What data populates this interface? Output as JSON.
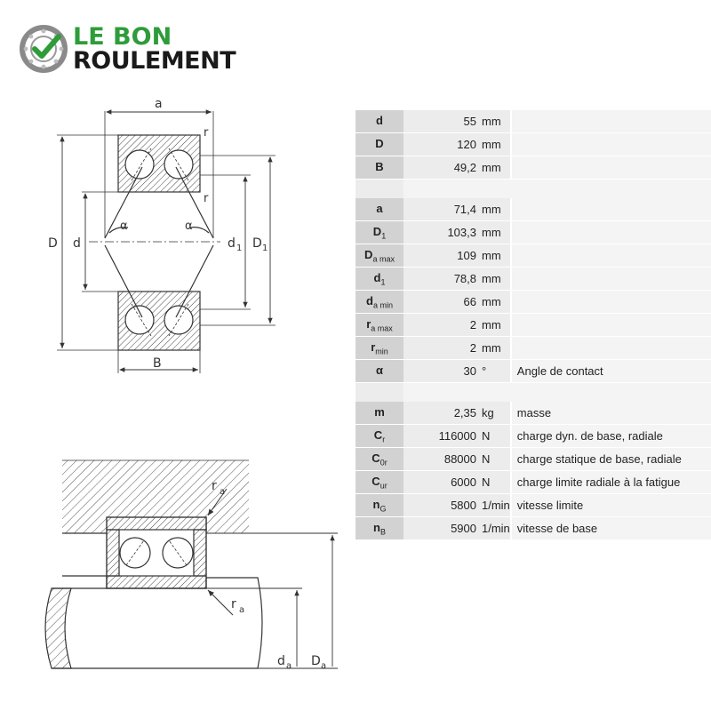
{
  "brand": {
    "line1": "LE BON",
    "line2": "ROULEMENT",
    "green": "#2e9c3a",
    "dark": "#1a1a1a",
    "icon": "bearing-check-icon"
  },
  "drawing_labels": {
    "a": "a",
    "r_top": "r",
    "r_mid": "r",
    "alpha_left": "α",
    "alpha_right": "α",
    "D": "D",
    "d": "d",
    "d1": "d",
    "d1_sub": "1",
    "D1": "D",
    "D1_sub": "1",
    "B": "B",
    "ra_top": "r",
    "ra_top_sub": "a",
    "ra_bottom": "r",
    "ra_bottom_sub": "a",
    "da": "d",
    "da_sub": "a",
    "Da": "D",
    "Da_sub": "a"
  },
  "specs": {
    "group1": [
      {
        "key": "d",
        "sub": "",
        "value": "55",
        "unit": "mm",
        "desc": ""
      },
      {
        "key": "D",
        "sub": "",
        "value": "120",
        "unit": "mm",
        "desc": ""
      },
      {
        "key": "B",
        "sub": "",
        "value": "49,2",
        "unit": "mm",
        "desc": ""
      }
    ],
    "group2": [
      {
        "key": "a",
        "sub": "",
        "value": "71,4",
        "unit": "mm",
        "desc": ""
      },
      {
        "key": "D",
        "sub": "1",
        "value": "103,3",
        "unit": "mm",
        "desc": ""
      },
      {
        "key": "D",
        "sub": "a max",
        "value": "109",
        "unit": "mm",
        "desc": ""
      },
      {
        "key": "d",
        "sub": "1",
        "value": "78,8",
        "unit": "mm",
        "desc": ""
      },
      {
        "key": "d",
        "sub": "a min",
        "value": "66",
        "unit": "mm",
        "desc": ""
      },
      {
        "key": "r",
        "sub": "a max",
        "value": "2",
        "unit": "mm",
        "desc": ""
      },
      {
        "key": "r",
        "sub": "min",
        "value": "2",
        "unit": "mm",
        "desc": ""
      },
      {
        "key": "α",
        "sub": "",
        "value": "30",
        "unit": "°",
        "desc": "Angle de contact"
      }
    ],
    "group3": [
      {
        "key": "m",
        "sub": "",
        "value": "2,35",
        "unit": "kg",
        "desc": "masse"
      },
      {
        "key": "C",
        "sub": "r",
        "value": "116000",
        "unit": "N",
        "desc": "charge dyn. de base, radiale"
      },
      {
        "key": "C",
        "sub": "0r",
        "value": "88000",
        "unit": "N",
        "desc": "charge statique de base, radiale"
      },
      {
        "key": "C",
        "sub": "ur",
        "value": "6000",
        "unit": "N",
        "desc": "charge limite radiale à la fatigue"
      },
      {
        "key": "n",
        "sub": "G",
        "value": "5800",
        "unit": "1/min",
        "desc": "vitesse limite"
      },
      {
        "key": "n",
        "sub": "B",
        "value": "5900",
        "unit": "1/min",
        "desc": "vitesse de base"
      }
    ]
  }
}
